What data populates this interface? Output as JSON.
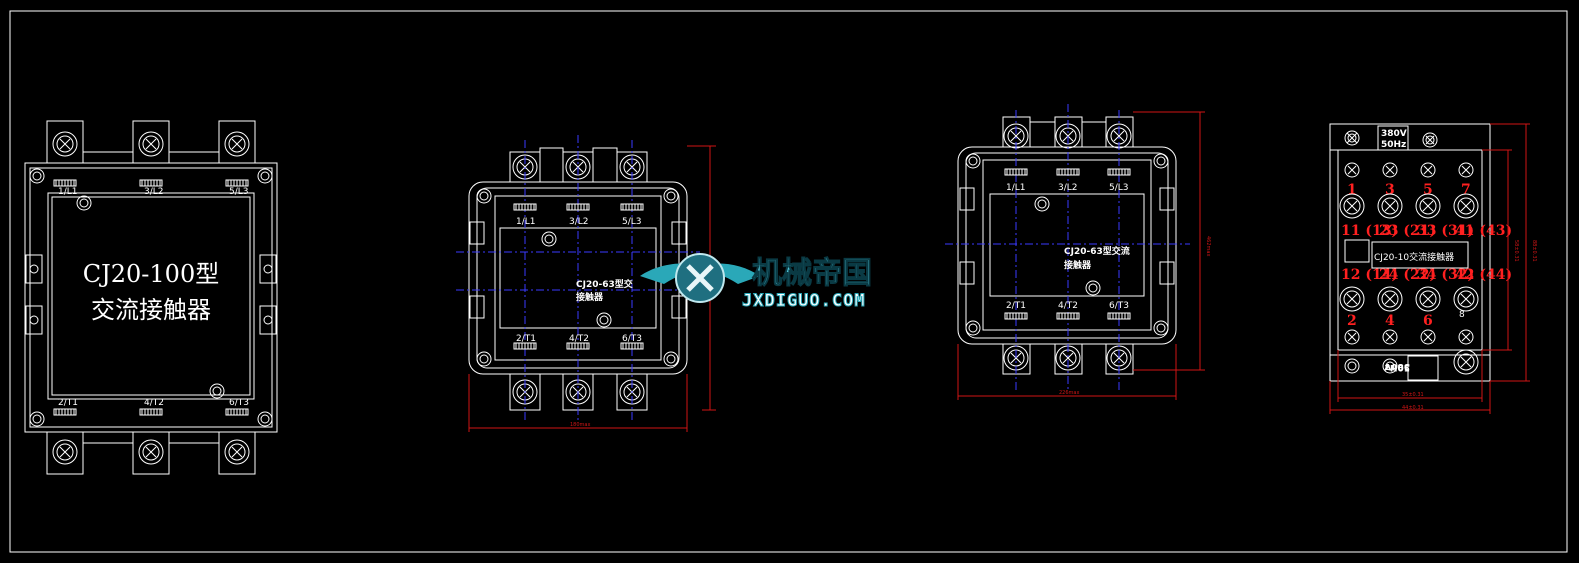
{
  "colors": {
    "background": "#000000",
    "lines": "#ffffff",
    "centerlines": "#3a3aff",
    "dimensions": "#d01515",
    "terminal_numbers": "#ff2020",
    "watermark_wing": "#2aa8b8",
    "watermark_text": "#ffffff"
  },
  "watermark": {
    "name_cn": "机械帝国",
    "name_en": "JXDIGUO.COM"
  },
  "views": {
    "cj20_100": {
      "title_line1": "CJ20-100型",
      "title_line2": "交流接触器",
      "top_terminals": [
        "1/L1",
        "3/L2",
        "5/L3"
      ],
      "bottom_terminals": [
        "2/T1",
        "4/T2",
        "6/T3"
      ]
    },
    "cj20_63_a": {
      "title_line1": "CJ20-63型交",
      "title_line2": "接触器",
      "top_terminals": [
        "1/L1",
        "3/L2",
        "5/L3"
      ],
      "bottom_terminals": [
        "2/T1",
        "4/T2",
        "6/T3"
      ],
      "dim_width": "180max"
    },
    "cj20_63_b": {
      "title_line1": "CJ20-63型交流",
      "title_line2": "接触器",
      "top_terminals": [
        "1/L1",
        "3/L2",
        "5/L3"
      ],
      "bottom_terminals": [
        "2/T1",
        "4/T2",
        "6/T3"
      ],
      "dim_width": "226max",
      "dim_height": "462max"
    },
    "cj20_10": {
      "coil_voltage": "380V",
      "coil_freq": "50Hz",
      "coil_voltage_inv": "380V",
      "coil_freq_inv": "50Hz",
      "model": "CJ20-10交流接触器",
      "top_numbers": [
        "1",
        "3",
        "5",
        "7"
      ],
      "top_aux": [
        "11 (13)",
        "23 (21)",
        "33 (31)",
        "41 (43)"
      ],
      "bottom_aux": [
        "12 (14)",
        "24 (22)",
        "34 (32)",
        "42 (44)"
      ],
      "bottom_numbers": [
        "2",
        "4",
        "6"
      ],
      "bottom_mark": "8",
      "dim_inner": "35±0.31",
      "dim_outer": "44±0.31",
      "dim_h1": "58±0.31",
      "dim_h2": "88±0.31"
    }
  }
}
